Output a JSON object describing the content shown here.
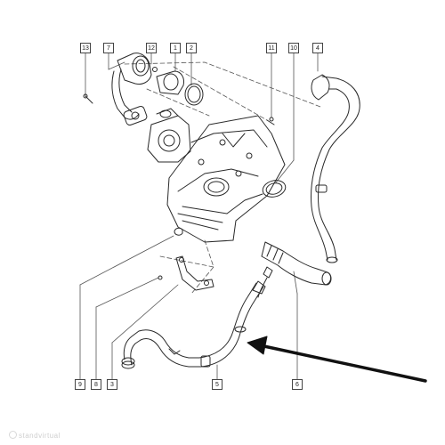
{
  "callouts": [
    {
      "id": "13",
      "label": "13"
    },
    {
      "id": "7",
      "label": "7"
    },
    {
      "id": "12",
      "label": "12"
    },
    {
      "id": "1",
      "label": "1"
    },
    {
      "id": "2",
      "label": "2"
    },
    {
      "id": "11",
      "label": "11"
    },
    {
      "id": "10",
      "label": "10"
    },
    {
      "id": "4",
      "label": "4"
    },
    {
      "id": "9",
      "label": "9"
    },
    {
      "id": "8",
      "label": "8"
    },
    {
      "id": "3",
      "label": "3"
    },
    {
      "id": "5",
      "label": "5"
    },
    {
      "id": "6",
      "label": "6"
    }
  ],
  "watermark": {
    "text": "standvirtual"
  },
  "colors": {
    "line": "#2a2a2a",
    "arrow": "#111111",
    "box": "#444444"
  }
}
